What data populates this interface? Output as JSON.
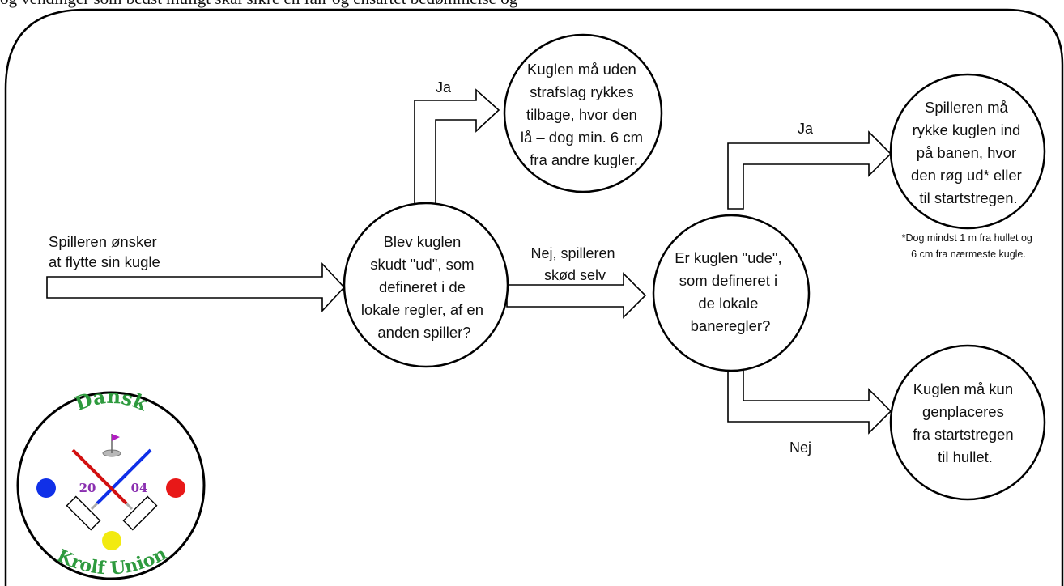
{
  "caption": "og vendinger som bedst muligt skal sikre en fair og ensartet bedømmelse og",
  "nodes": {
    "start": [
      "Spilleren ønsker",
      "at flytte sin kugle"
    ],
    "decision1": [
      "Blev kuglen",
      "skudt \"ud\", som",
      "defineret i de",
      "lokale regler, af en",
      "anden spiller?"
    ],
    "result_yes1": [
      "Kuglen må uden",
      "strafslag rykkes",
      "tilbage, hvor den",
      "lå – dog min. 6 cm",
      "fra andre kugler."
    ],
    "decision2": [
      "Er kuglen \"ude\",",
      "som defineret i",
      "de lokale",
      "baneregler?"
    ],
    "result_yes2": [
      "Spilleren må",
      "rykke kuglen ind",
      "på banen, hvor",
      "den røg ud* eller",
      "til startstregen."
    ],
    "result_no2": [
      "Kuglen må kun",
      "genplaceres",
      "fra startstregen",
      "til hullet."
    ]
  },
  "labels": {
    "ja1": "Ja",
    "nej1": [
      "Nej, spilleren",
      "skød selv"
    ],
    "ja2": "Ja",
    "nej2": "Nej"
  },
  "footnote": [
    "*Dog mindst 1 m fra hullet og",
    "6 cm fra nærmeste kugle."
  ],
  "logo": {
    "top_text": "Dansk",
    "bottom_text": "Krolf Union",
    "year_left": "20",
    "year_right": "04"
  },
  "colors": {
    "logo_green": "#2e9a3e",
    "logo_purple": "#8a2fb0",
    "ball_blue": "#1030e8",
    "ball_red": "#e81818",
    "ball_yellow": "#f2ea10",
    "flag": "#b01ec0"
  }
}
